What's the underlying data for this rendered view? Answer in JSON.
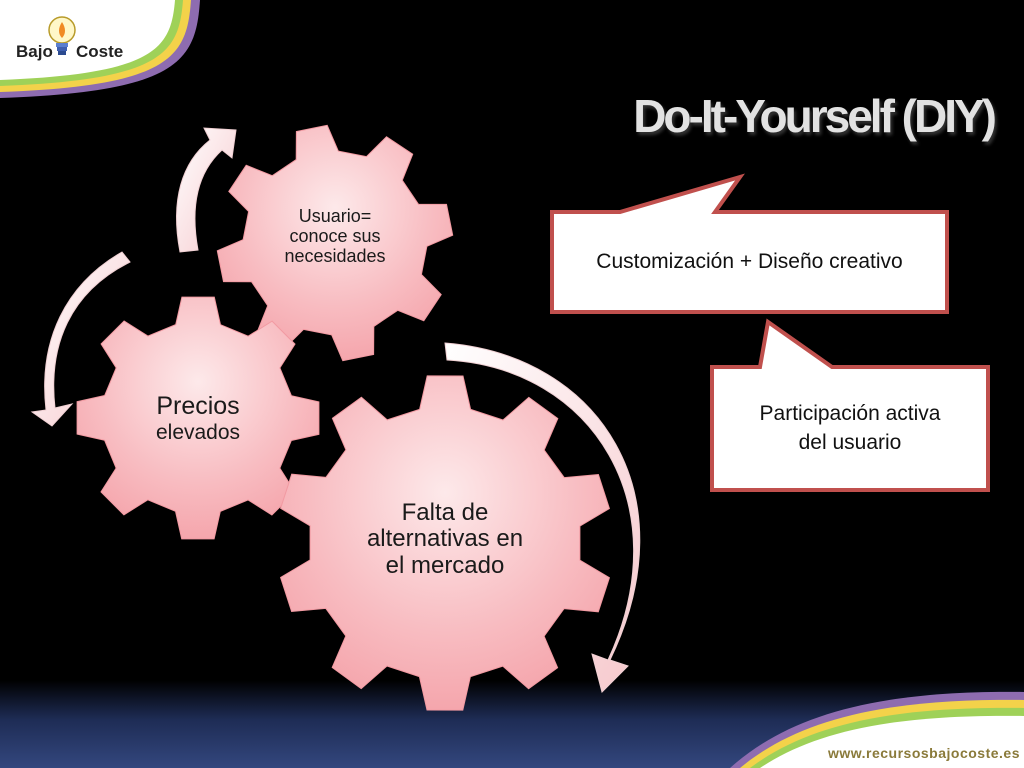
{
  "logo": {
    "word_left": "Bajo",
    "word_right": "Coste"
  },
  "slide": {
    "title": "Do-It-Yourself (DIY)"
  },
  "gears": {
    "large": [
      "Falta de",
      "alternativas en",
      "el mercado"
    ],
    "medium": [
      "Precios",
      "elevados"
    ],
    "small": [
      "Usuario=",
      "conoce sus",
      "necesidades"
    ]
  },
  "callouts": {
    "top": "Customización + Diseño creativo",
    "bottom": [
      "Participación activa",
      "del usuario"
    ]
  },
  "footer": {
    "url": "www.recursosbajocoste.es"
  },
  "colors": {
    "background": "#000000",
    "gear_fill": "#f7b0b5",
    "callout_border": "#c0504d",
    "arrow_fill": "#fde3e5"
  }
}
